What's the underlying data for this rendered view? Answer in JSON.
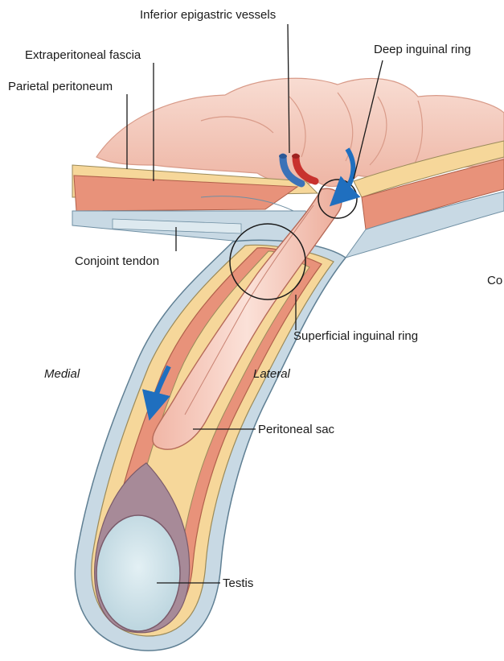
{
  "labels": {
    "inferior_epigastric_vessels": "Inferior epigastric vessels",
    "extraperitoneal_fascia": "Extraperitoneal fascia",
    "parietal_peritoneum": "Parietal peritoneum",
    "deep_inguinal_ring": "Deep inguinal ring",
    "conjoint_tendon": "Conjoint tendon",
    "superficial_inguinal_ring": "Superficial inguinal ring",
    "medial": "Medial",
    "lateral": "Lateral",
    "peritoneal_sac": "Peritoneal sac",
    "testis": "Testis",
    "cut_off_text": "Co"
  },
  "colors": {
    "intestine": "#f3c9bd",
    "muscle": "#e8927a",
    "fascia_yellow": "#f6d79a",
    "tendon_blue": "#c8d9e4",
    "arrow_blue": "#1f6fbf",
    "vein": "#3b72b8",
    "artery": "#c8322e",
    "testis_fill": "#cfe3ea"
  }
}
